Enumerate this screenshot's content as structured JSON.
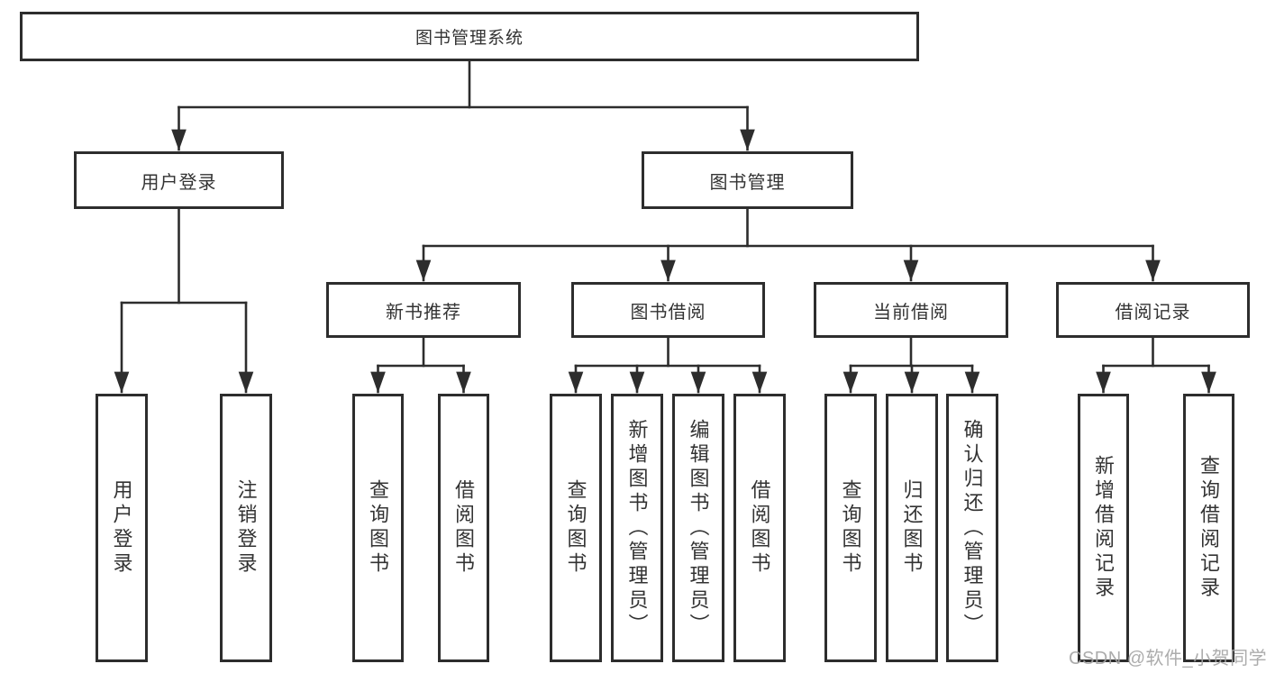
{
  "diagram": {
    "root": {
      "label": "图书管理系统",
      "children": [
        {
          "label": "用户登录",
          "children": [
            {
              "label": "用户登录"
            },
            {
              "label": "注销登录"
            }
          ]
        },
        {
          "label": "图书管理",
          "children": [
            {
              "label": "新书推荐",
              "children": [
                {
                  "label": "查询图书"
                },
                {
                  "label": "借阅图书"
                }
              ]
            },
            {
              "label": "图书借阅",
              "children": [
                {
                  "label": "查询图书"
                },
                {
                  "label": "新增图书（管理员）"
                },
                {
                  "label": "编辑图书（管理员）"
                },
                {
                  "label": "借阅图书"
                }
              ]
            },
            {
              "label": "当前借阅",
              "children": [
                {
                  "label": "查询图书"
                },
                {
                  "label": "归还图书"
                },
                {
                  "label": "确认归还（管理员）"
                }
              ]
            },
            {
              "label": "借阅记录",
              "children": [
                {
                  "label": "新增借阅记录"
                },
                {
                  "label": "查询借阅记录"
                }
              ]
            }
          ]
        }
      ]
    },
    "watermark": "CSDN @软件_小贺同学",
    "colors": {
      "ink": "#333333",
      "watermark": "#a5a5a5"
    }
  }
}
